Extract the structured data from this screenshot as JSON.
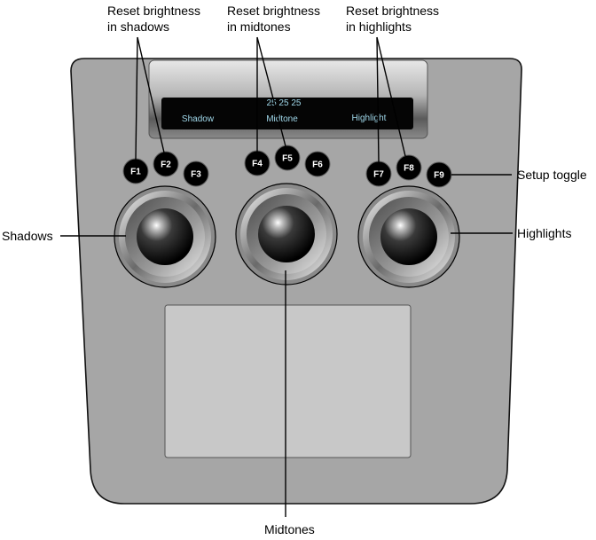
{
  "callouts": {
    "reset_shadows": [
      "Reset brightness",
      "in shadows"
    ],
    "reset_midtones": [
      "Reset brightness",
      "in midtones"
    ],
    "reset_highlights": [
      "Reset brightness",
      "in highlights"
    ],
    "setup_toggle": "Setup toggle",
    "shadows": "Shadows",
    "highlights": "Highlights",
    "midtones": "Midtones"
  },
  "display": {
    "values": "25  25  25",
    "labels": {
      "shadow": "Shadow",
      "midtone": "Midtone",
      "highlight": "Highlight"
    },
    "text_color": "#9fd6e8"
  },
  "function_keys": [
    "F1",
    "F2",
    "F3",
    "F4",
    "F5",
    "F6",
    "F7",
    "F8",
    "F9"
  ],
  "trackballs": [
    "shadows",
    "midtones",
    "highlights"
  ],
  "colors": {
    "body": "#a6a6a6",
    "touchpad": "#c8c8c8",
    "key": "#000000"
  }
}
